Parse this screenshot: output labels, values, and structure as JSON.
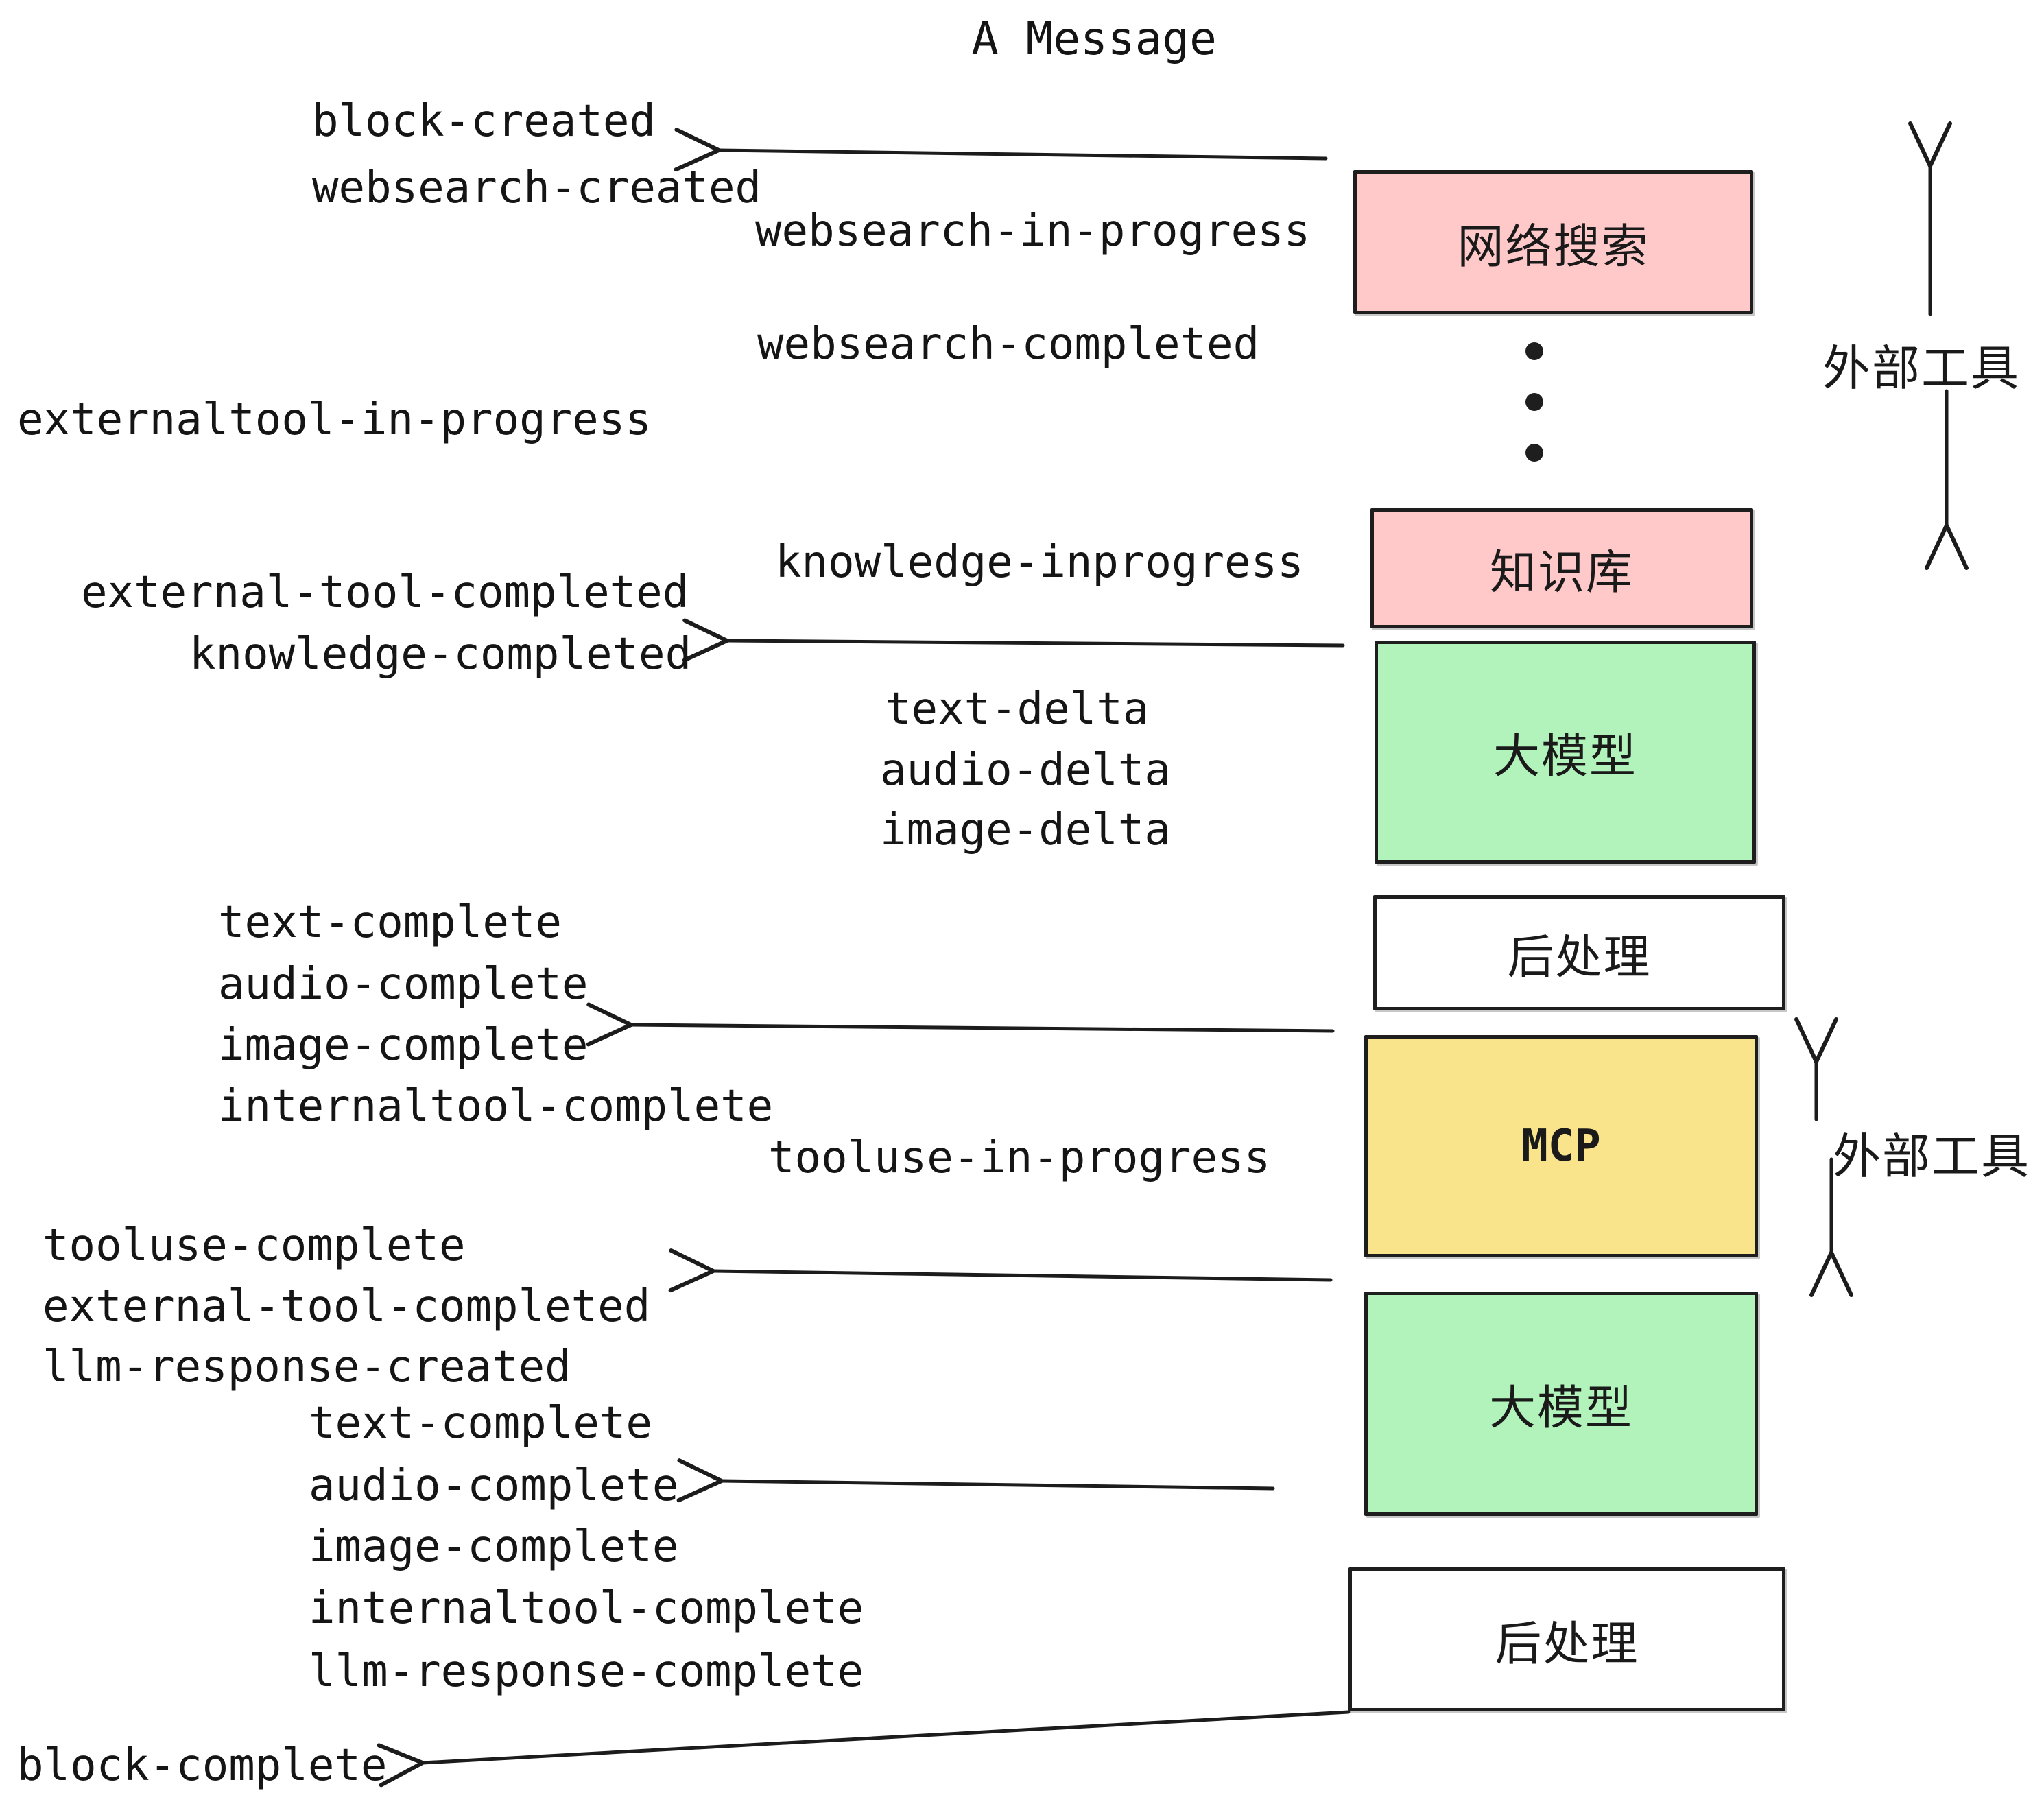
{
  "title": "A Message",
  "events": [
    {
      "text": "block-created"
    },
    {
      "text": "websearch-created"
    },
    {
      "text": "websearch-in-progress"
    },
    {
      "text": "websearch-completed"
    },
    {
      "text": "externaltool-in-progress"
    },
    {
      "text": "knowledge-inprogress"
    },
    {
      "text": "external-tool-completed"
    },
    {
      "text": "knowledge-completed"
    },
    {
      "text": "text-delta"
    },
    {
      "text": "audio-delta"
    },
    {
      "text": "image-delta"
    },
    {
      "text": "text-complete"
    },
    {
      "text": "audio-complete"
    },
    {
      "text": "image-complete"
    },
    {
      "text": "internaltool-complete"
    },
    {
      "text": "tooluse-in-progress"
    },
    {
      "text": "tooluse-complete"
    },
    {
      "text": "external-tool-completed"
    },
    {
      "text": "llm-response-created"
    },
    {
      "text": "text-complete"
    },
    {
      "text": "audio-complete"
    },
    {
      "text": "image-complete"
    },
    {
      "text": "internaltool-complete"
    },
    {
      "text": "llm-response-complete"
    },
    {
      "text": "block-complete"
    }
  ],
  "boxes": [
    {
      "label": "网络搜索",
      "color": "#ffc9c9"
    },
    {
      "label": "知识库",
      "color": "#ffc9c9"
    },
    {
      "label": "大模型",
      "color": "#b2f2bb"
    },
    {
      "label": "后处理",
      "color": "#ffffff"
    },
    {
      "label": "MCP",
      "color": "#f9e38b"
    },
    {
      "label": "大模型",
      "color": "#b2f2bb"
    },
    {
      "label": "后处理",
      "color": "#ffffff"
    }
  ],
  "annotations": [
    {
      "text": "外部工具"
    },
    {
      "text": "外部工具"
    }
  ],
  "colors": {
    "background": "#ffffff",
    "border": "#1e1e1e",
    "arrow": "#1c1c1c",
    "pink": "#ffc9c9",
    "green": "#b2f2bb",
    "yellow": "#f9e38b",
    "text": "#151515"
  }
}
